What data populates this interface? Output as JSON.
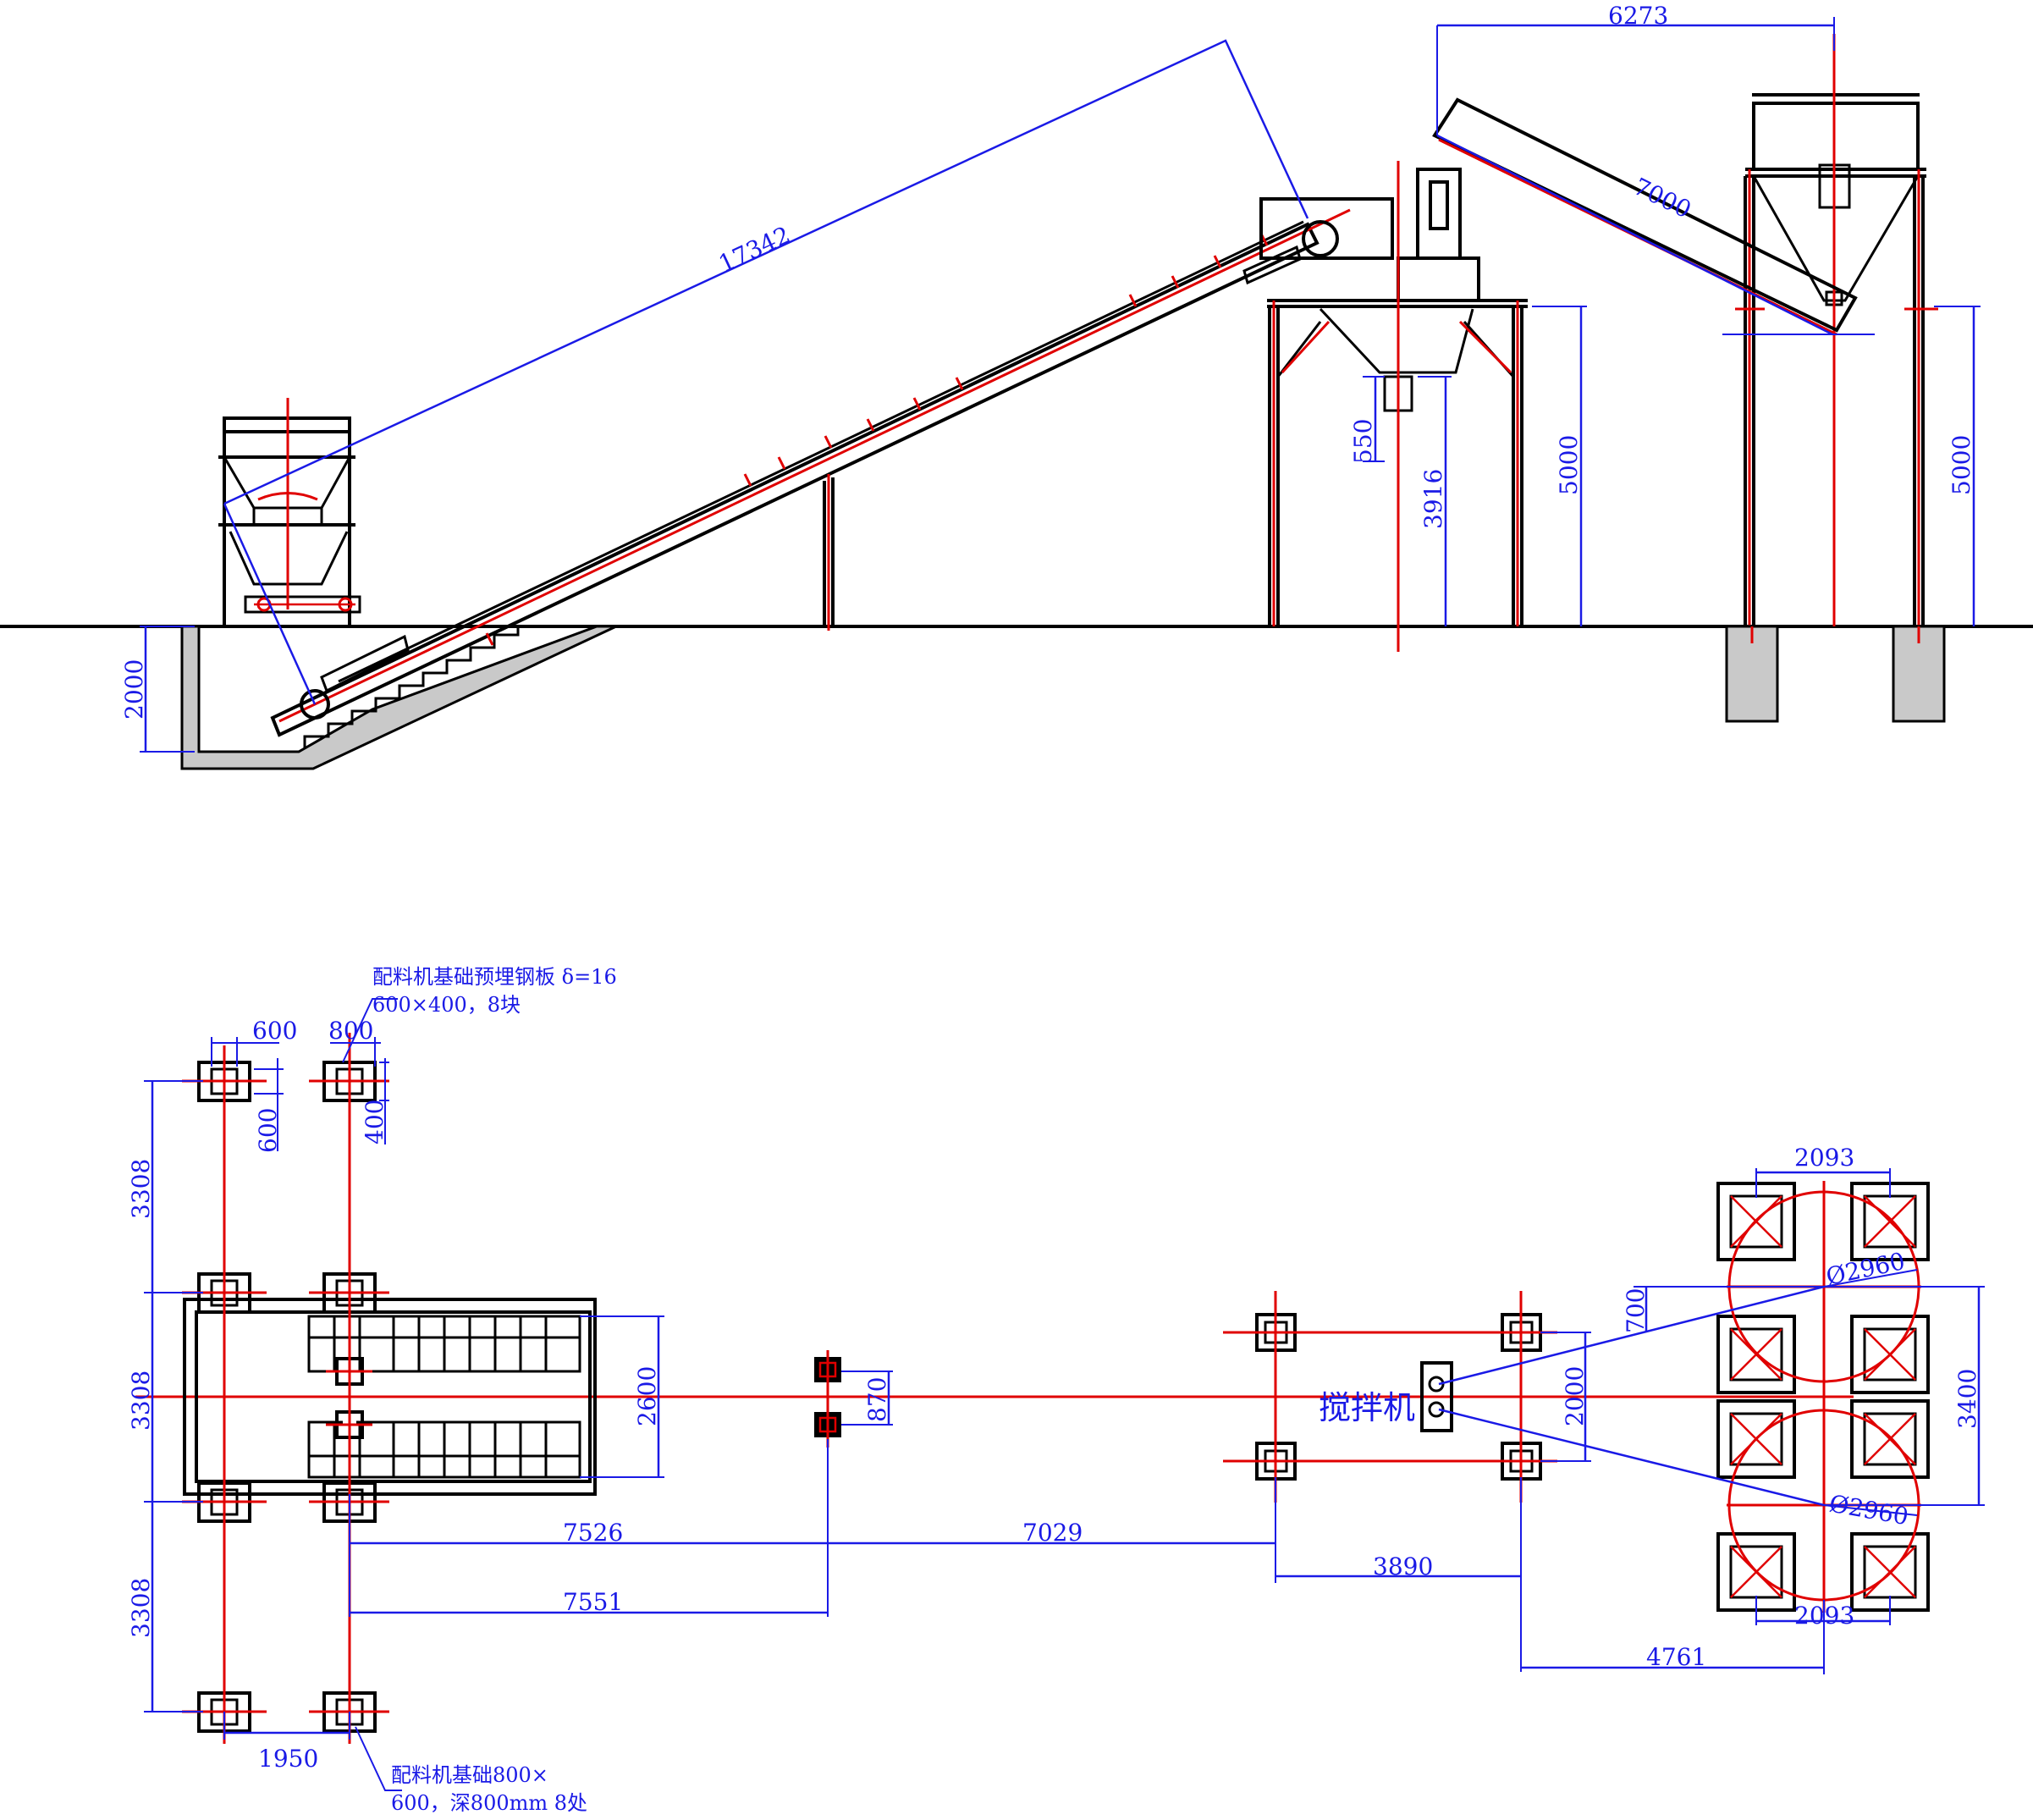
{
  "colors": {
    "dimension": "#1a1ae6",
    "centerline": "#e00000",
    "structure": "#000000",
    "concrete": "#c9c9c9"
  },
  "elevation": {
    "belt_length": "17342",
    "pit_depth": "2000",
    "outlet_height": "550",
    "mixer_height": "3916",
    "platform_height": "5000",
    "horizontal_offset": "6273",
    "screw_length": "7000",
    "silo_height": "5000"
  },
  "plan": {
    "note_plate_line1": "配料机基础预埋钢板 δ=16",
    "note_plate_line2": "600×400，8块",
    "note_foundation_line1": "配料机基础800×",
    "note_foundation_line2": "600，深800mm 8处",
    "plate_width": "600",
    "foundation_width": "800",
    "plate_height": "600",
    "foundation_height": "400",
    "spacing_top": "3308",
    "spacing_mid": "3308",
    "spacing_bottom": "3308",
    "batcher_width": "2600",
    "column_pair": "870",
    "column_width": "1950",
    "dist_a": "7526",
    "dist_b": "7029",
    "dist_c": "7551",
    "dist_d": "3890",
    "mixer_label": "搅拌机",
    "mixer_span": "2000",
    "mixer_offset": "700",
    "silo_spacing_top": "2093",
    "silo_spacing_bottom": "2093",
    "silo_dia_1": "Ø2960",
    "silo_dia_2": "Ø2960",
    "silo_span": "3400",
    "silo_offset": "4761"
  }
}
